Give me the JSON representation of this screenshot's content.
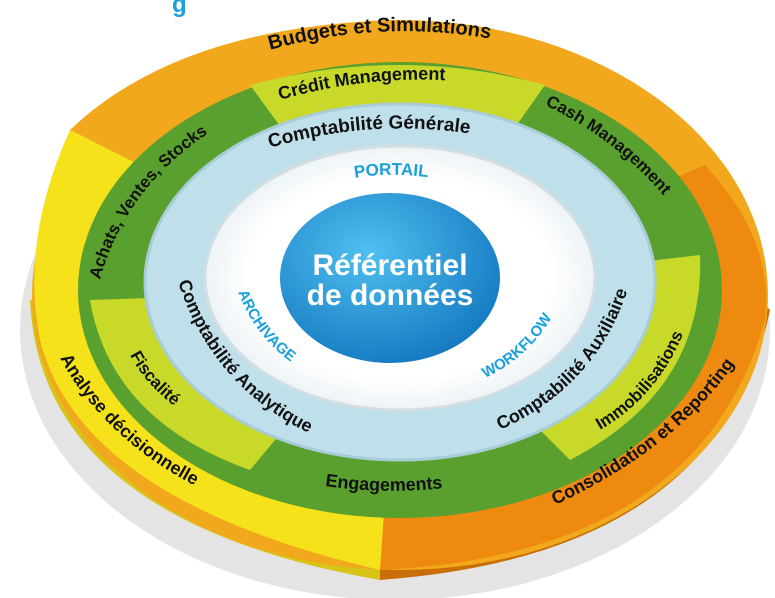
{
  "header": {
    "partial_title": "g"
  },
  "center": {
    "line1": "Référentiel",
    "line2": "de données"
  },
  "inner_ring": {
    "portail": "PORTAIL",
    "archivage": "ARCHIVAGE",
    "workflow": "WORKFLOW"
  },
  "ring_modules": {
    "comptabilite_generale": "Comptabilité Générale",
    "comptabilite_analytique": "Comptabilité Analytique",
    "comptabilite_auxiliaire": "Comptabilité Auxiliaire"
  },
  "green_ring": {
    "credit_management": "Crédit Management",
    "cash_management": "Cash Management",
    "achats_ventes_stocks": "Achats, Ventes, Stocks",
    "fiscalite": "Fiscalité",
    "engagements": "Engagements",
    "immobilisations": "Immobilisations"
  },
  "outer_ring": {
    "budgets_simulations": "Budgets et Simulations",
    "analyse_decisionnelle": "Analyse décisionnelle",
    "consolidation_reporting": "Consolidation et Reporting"
  },
  "colors": {
    "outer_orange": "#f2a81d",
    "outer_yellow": "#f5e21a",
    "outer_deep_orange": "#ee8a10",
    "green_dark": "#5aa02e",
    "green_light": "#c8d92a",
    "ring_lightblue": "#bfe0ea",
    "center_blue": "#1f9ad8",
    "accent_text_blue": "#1aa0da"
  }
}
